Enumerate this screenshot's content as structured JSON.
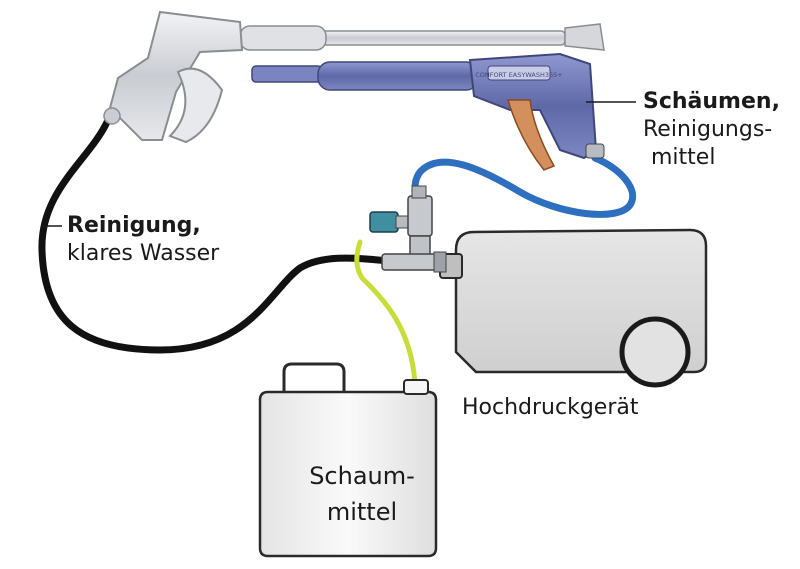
{
  "labels": {
    "foam_title": "Schäumen,",
    "foam_line2": "Reinigungs-",
    "foam_line3": "mittel",
    "clean_title": "Reinigung,",
    "clean_line2": "klares Wasser",
    "machine": "Hochdruckgerät",
    "canister_line1": "Schaum-",
    "canister_line2": "mittel"
  },
  "gun_branding": "CONFORT EASYWASH365+",
  "colors": {
    "water_hose": "#111111",
    "foam_hose": "#2f6fbf",
    "suction_hose": "#c8dc3a",
    "foam_gun": "#6f7bb6",
    "clean_gun": "#d9dbe0",
    "trigger_accent": "#d4905c",
    "machine_body": "#dcdcdc",
    "canister": "#f2f2f2"
  },
  "icons": [
    "spray-gun-icon",
    "foam-gun-icon",
    "injector-valve-icon",
    "canister-icon",
    "pressure-washer-icon"
  ]
}
